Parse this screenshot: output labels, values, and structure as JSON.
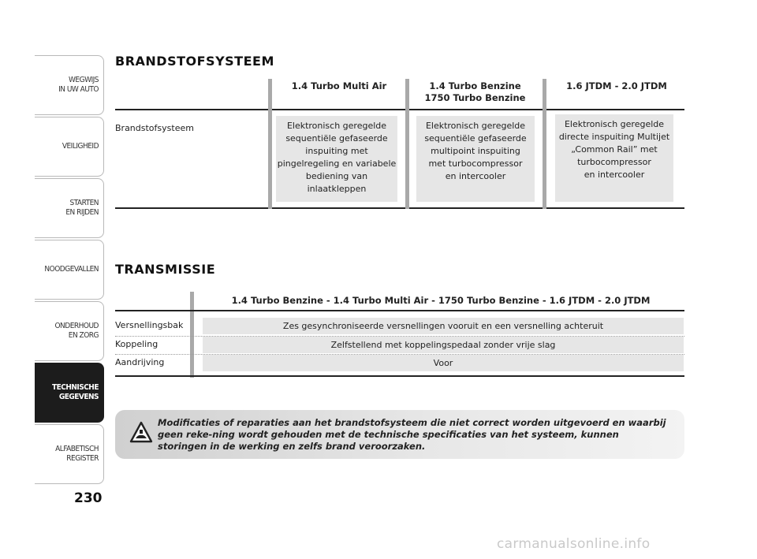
{
  "sidebar": {
    "tabs": [
      {
        "label": "WEGWIJS\nIN UW AUTO"
      },
      {
        "label": "VEILIGHEID"
      },
      {
        "label": "STARTEN\nEN RIJDEN"
      },
      {
        "label": "NOODGEVALLEN"
      },
      {
        "label": "ONDERHOUD\nEN ZORG"
      },
      {
        "label": "TECHNISCHE\nGEGEVENS"
      },
      {
        "label": "ALFABETISCH\nREGISTER"
      }
    ],
    "active_index": 5
  },
  "page_number": "230",
  "fuel": {
    "heading": "BRANDSTOFSYSTEEM",
    "columns": [
      "1.4 Turbo Multi Air",
      "1.4 Turbo Benzine\n1750 Turbo Benzine",
      "1.6 JTDM - 2.0 JTDM"
    ],
    "row_label": "Brandstofsysteem",
    "cells": [
      "Elektronisch geregelde\nsequentiële gefaseerde\ninspuiting met\npingelregeling en variabele\nbediening van\ninlaatkleppen",
      "Elektronisch geregelde\nsequentiële gefaseerde\nmultipoint inspuiting\nmet turbocompressor\nen intercooler",
      "Elektronisch geregelde\ndirecte inspuiting Multijet\n„Common Rail” met\nturbocompressor\nen intercooler"
    ]
  },
  "transmission": {
    "heading": "TRANSMISSIE",
    "column": "1.4 Turbo Benzine - 1.4 Turbo Multi Air - 1750 Turbo Benzine - 1.6 JTDM - 2.0 JTDM",
    "rows": [
      {
        "label": "Versnellingsbak",
        "value": "Zes gesynchroniseerde versnellingen vooruit en een versnelling achteruit"
      },
      {
        "label": "Koppeling",
        "value": "Zelfstellend met koppelingspedaal zonder vrije slag"
      },
      {
        "label": "Aandrijving",
        "value": "Voor"
      }
    ]
  },
  "warning": {
    "icon": "warning-triangle-icon",
    "text": "Modificaties of reparaties aan het brandstofsysteem die niet correct worden uitgevoerd en waarbij geen reke-ning wordt gehouden met de technische specificaties van het systeem, kunnen storingen in de werking en zelfs brand veroorzaken."
  },
  "watermark": "carmanualsonline.info"
}
